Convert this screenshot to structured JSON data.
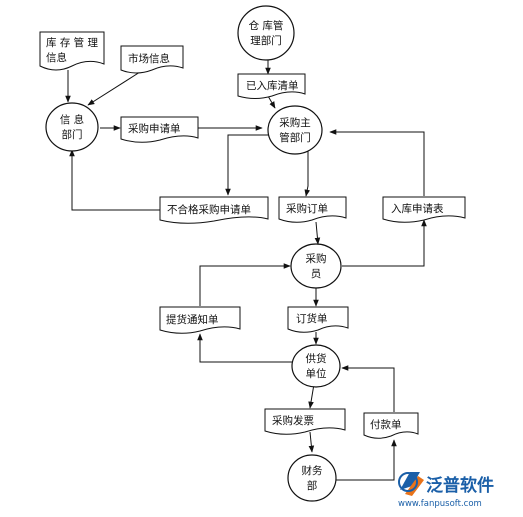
{
  "nodes": {
    "warehouse": {
      "line1": "仓 库管",
      "line2": "理部门"
    },
    "info_dept": {
      "line1": "信 息",
      "line2": "部门"
    },
    "purchase_mgr": {
      "line1": "采购主",
      "line2": "管部门"
    },
    "buyer": {
      "line1": "采购",
      "line2": "员"
    },
    "supplier": {
      "line1": "供货",
      "line2": "单位"
    },
    "finance": {
      "line1": "财务",
      "line2": "部"
    }
  },
  "documents": {
    "inventory_info": {
      "line1": "库 存 管 理",
      "line2": "信息"
    },
    "market_info": "市场信息",
    "stock_in_list": "已入库清单",
    "purchase_request": "采购申请单",
    "unqualified_request": "不合格采购申请单",
    "purchase_order": "采购订单",
    "stock_in_request": "入库申请表",
    "delivery_notice": "提货通知单",
    "order_form": "订货单",
    "purchase_invoice": "采购发票",
    "payment_form": "付款单"
  },
  "logo": {
    "name": "泛普软件",
    "url": "www.fanpusoft.com",
    "colors": {
      "blue": "#1a5fa8",
      "orange": "#e8731a"
    }
  }
}
